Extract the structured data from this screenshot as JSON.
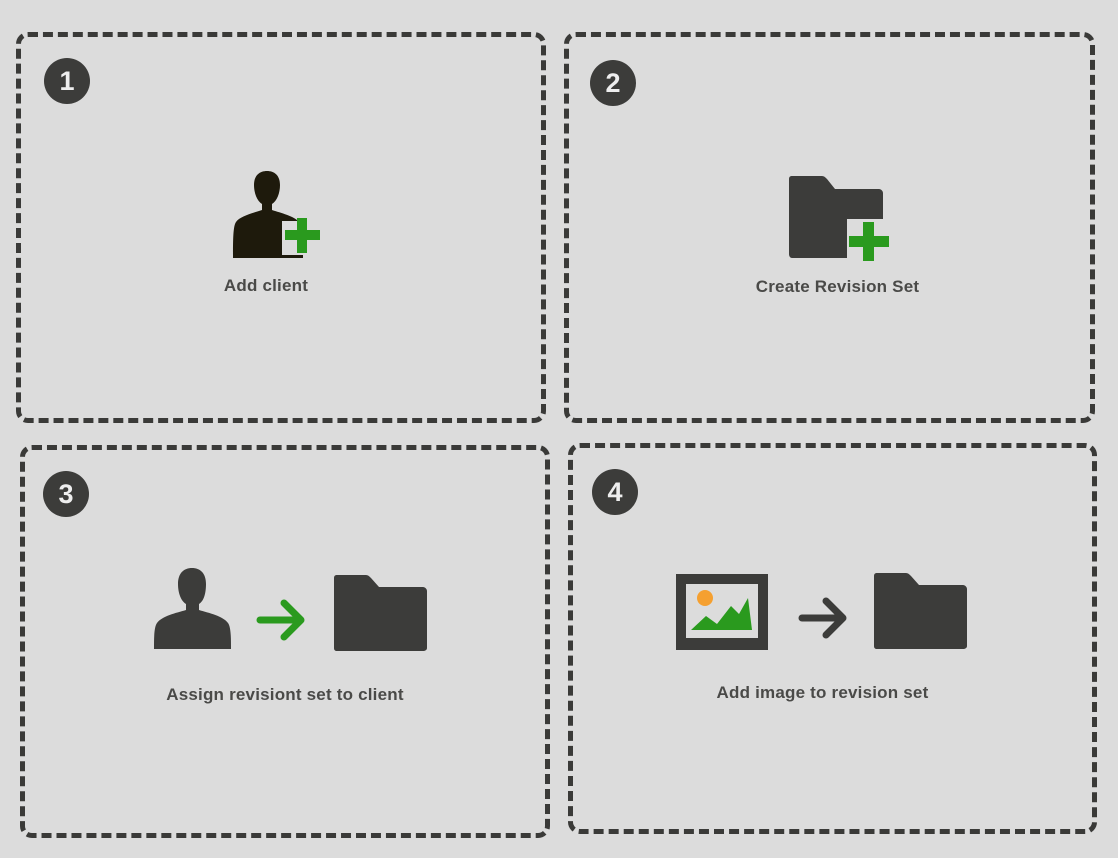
{
  "steps": [
    {
      "number": "1",
      "label": "Add client",
      "icons": [
        "user-add-icon"
      ]
    },
    {
      "number": "2",
      "label": "Create Revision Set",
      "icons": [
        "folder-add-icon"
      ]
    },
    {
      "number": "3",
      "label": "Assign revisiont set to client",
      "icons": [
        "user-icon",
        "arrow-right-icon",
        "folder-icon"
      ]
    },
    {
      "number": "4",
      "label": "Add image to revision set",
      "icons": [
        "image-icon",
        "arrow-right-icon",
        "folder-icon"
      ]
    }
  ],
  "colors": {
    "background": "#dcdcdc",
    "border": "#3a3a38",
    "icon_dark": "#3c3c3a",
    "icon_user_add": "#1e1a0c",
    "accent_green": "#2a9a1e",
    "sun_orange": "#f5a030"
  }
}
